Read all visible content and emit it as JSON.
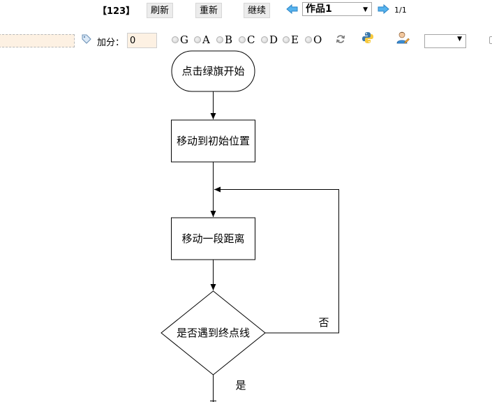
{
  "toolbar": {
    "id_label": "【123】",
    "refresh_label": "刷新",
    "restart_label": "重新",
    "continue_label": "继续",
    "work_select": {
      "selected": "作品1"
    },
    "page_indicator": "1/1"
  },
  "scoring": {
    "label": "加分：",
    "value": "0",
    "options": [
      "G",
      "A",
      "B",
      "C",
      "D",
      "E",
      "O"
    ]
  },
  "icons": {
    "prev": "arrow-left-icon",
    "next": "arrow-right-icon",
    "tag": "tag-icon",
    "refresh": "refresh-icon",
    "python": "python-icon",
    "user": "user-edit-icon"
  },
  "flowchart": {
    "start": "点击绿旗开始",
    "step1": "移动到初始位置",
    "step2": "移动一段距离",
    "decision": "是否遇到终点线",
    "no_label": "否",
    "yes_label": "是"
  },
  "colors": {
    "accent_blue": "#3b8fd6",
    "field_bg": "#fdf1e3",
    "button_bg": "#ececec"
  }
}
